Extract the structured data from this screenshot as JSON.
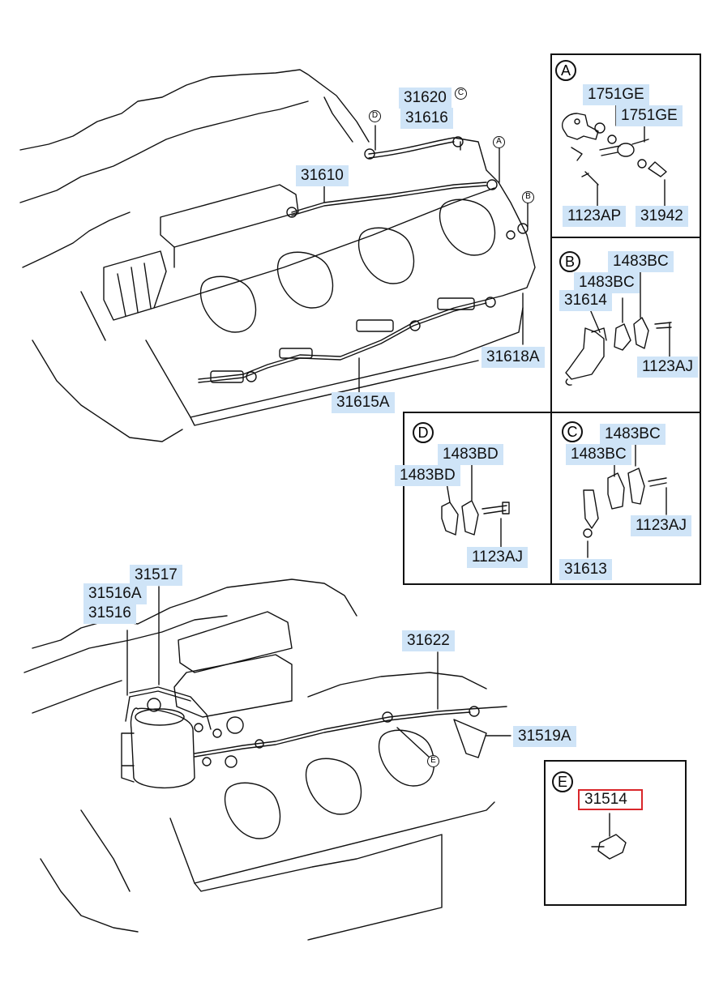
{
  "detail_panels": {
    "A": {
      "badge": "A",
      "labels": [
        "1751GE",
        "1751GE",
        "1123AP",
        "31942"
      ]
    },
    "B": {
      "badge": "B",
      "labels": [
        "1483BC",
        "1483BC",
        "31614",
        "1123AJ"
      ]
    },
    "C": {
      "badge": "C",
      "labels": [
        "1483BC",
        "1483BC",
        "1123AJ",
        "31613"
      ]
    },
    "D": {
      "badge": "D",
      "labels": [
        "1483BD",
        "1483BD",
        "1123AJ"
      ]
    },
    "E": {
      "badge": "E",
      "labels": [
        "31514"
      ]
    }
  },
  "upper_assembly": {
    "labels": [
      "31620",
      "31616",
      "31610",
      "31618A",
      "31615A"
    ],
    "markers": [
      "C",
      "D",
      "A",
      "B"
    ]
  },
  "lower_assembly": {
    "labels": [
      "31517",
      "31516A",
      "31516",
      "31622",
      "31519A"
    ],
    "markers": [
      "E"
    ]
  },
  "highlight_color": "#cfe4f7",
  "selected_outline_color": "#d9262a",
  "selected_part": "31514"
}
